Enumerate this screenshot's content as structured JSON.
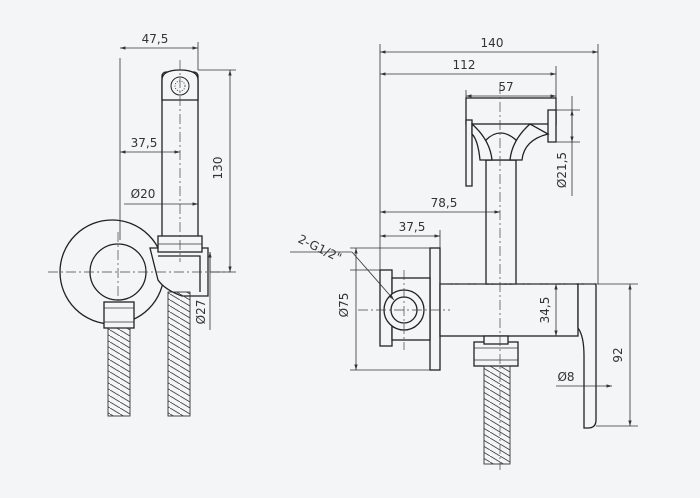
{
  "dimensions": {
    "left_width": "47,5",
    "left_offset": "37,5",
    "handle_dia": "Ø20",
    "left_height": "130",
    "holder_dia": "Ø27",
    "total_width": "140",
    "width_112": "112",
    "width_57": "57",
    "width_78": "78,5",
    "width_37": "37,5",
    "thread": "2-G1/2\"",
    "plate_dia": "Ø75",
    "head_dia": "Ø21,5",
    "spout_height": "34,5",
    "lever_dia": "Ø8",
    "height_92": "92"
  }
}
